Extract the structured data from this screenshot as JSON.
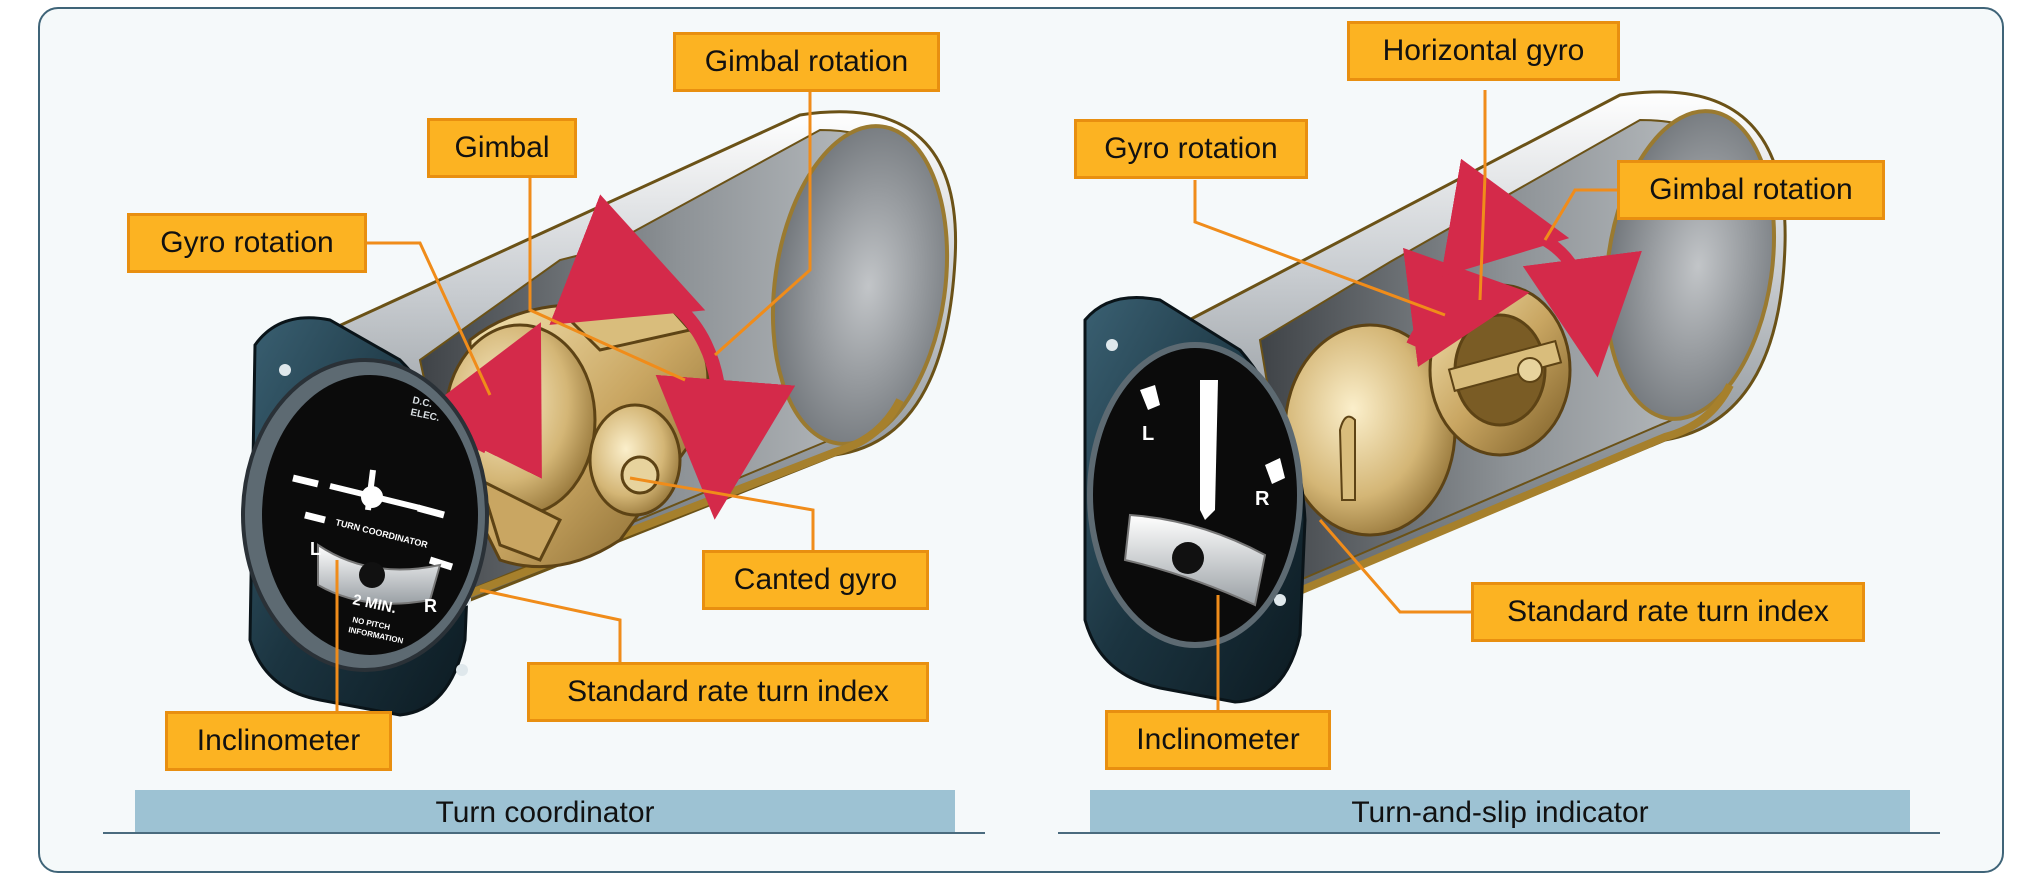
{
  "left_panel": {
    "caption": "Turn coordinator",
    "labels": {
      "gimbal_rotation": "Gimbal rotation",
      "gimbal": "Gimbal",
      "gyro_rotation": "Gyro rotation",
      "canted_gyro": "Canted gyro",
      "standard_rate_turn_index": "Standard rate turn index",
      "inclinometer": "Inclinometer"
    },
    "dial": {
      "top_text": "D.C.\nELEC.",
      "name": "TURN COORDINATOR",
      "left_mark": "L",
      "right_mark": "R",
      "time": "2 MIN.",
      "note_line1": "NO PITCH",
      "note_line2": "INFORMATION"
    }
  },
  "right_panel": {
    "caption": "Turn-and-slip indicator",
    "labels": {
      "horizontal_gyro": "Horizontal gyro",
      "gyro_rotation": "Gyro rotation",
      "gimbal_rotation": "Gimbal rotation",
      "standard_rate_turn_index": "Standard rate turn index",
      "inclinometer": "Inclinometer"
    },
    "dial": {
      "left_mark": "L",
      "right_mark": "R"
    }
  },
  "colors": {
    "callout_fill": "#fcb322",
    "callout_border": "#e88f10",
    "caption_fill": "#9dc2d3",
    "frame_border": "#3f6478",
    "leader_line": "#f08c1a",
    "arrow_red": "#d42a4a"
  }
}
